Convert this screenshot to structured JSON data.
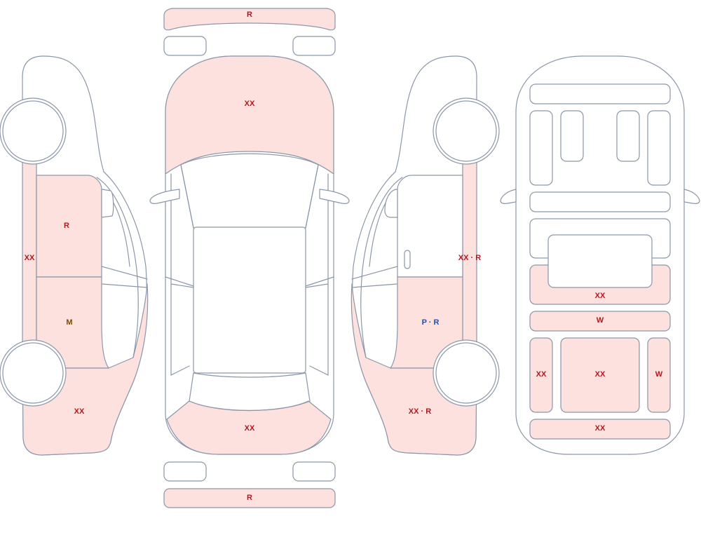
{
  "colors": {
    "damage_fill": "#fde1df",
    "outline": "#8b97a8",
    "label_red": "#b3161b",
    "label_olive": "#7a4a00",
    "label_blue": "#1f4fb5"
  },
  "labels": {
    "front_bumper": "R",
    "hood": "XX",
    "front_fascia": "XX",
    "rear_bumper": "R",
    "left_rocker": "XX",
    "left_front_door": "R",
    "left_rear_door": "M",
    "left_quarter": "XX",
    "right_rocker": "XX · R",
    "right_rear_door": "P · R",
    "right_quarter": "XX · R",
    "int_row_1": "XX",
    "int_row_2": "W",
    "int_left_seat": "XX",
    "int_center_seat": "XX",
    "int_right_seat": "W",
    "int_rear_row": "XX"
  }
}
